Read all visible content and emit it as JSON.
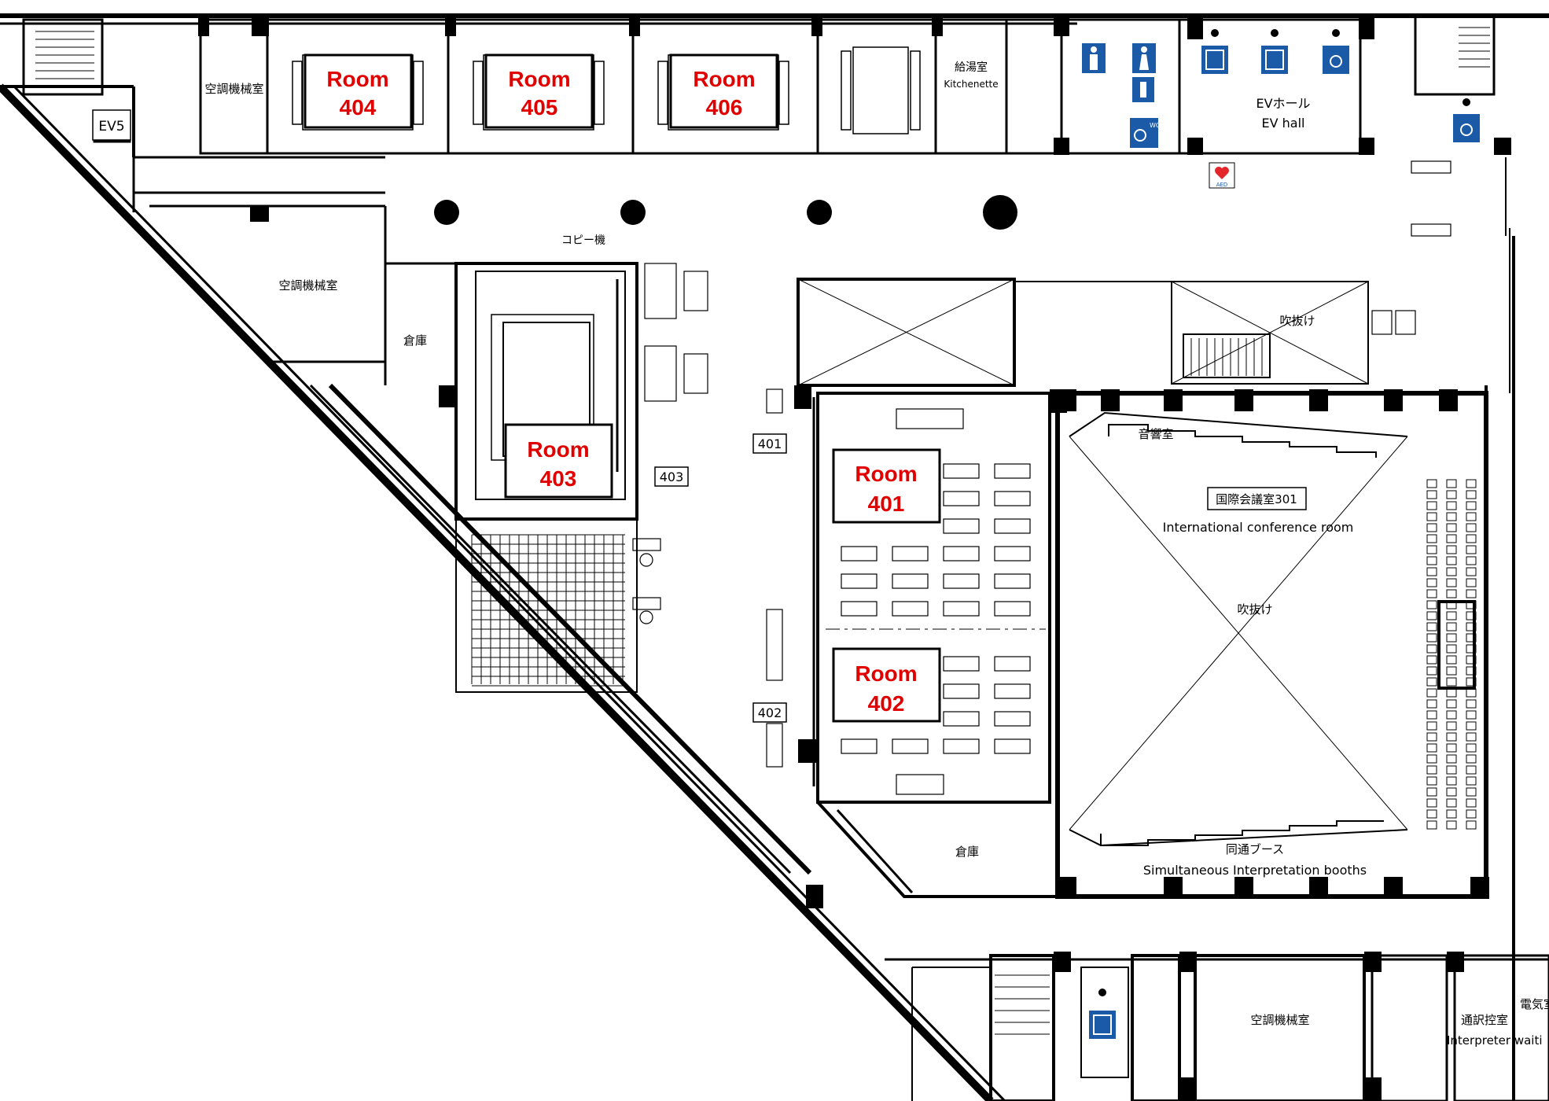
{
  "rooms": {
    "r404": {
      "line1": "Room",
      "line2": "404"
    },
    "r405": {
      "line1": "Room",
      "line2": "405"
    },
    "r406": {
      "line1": "Room",
      "line2": "406"
    },
    "r403": {
      "line1": "Room",
      "line2": "403"
    },
    "r401": {
      "line1": "Room",
      "line2": "401"
    },
    "r402": {
      "line1": "Room",
      "line2": "402"
    }
  },
  "door_tags": {
    "t401": "401",
    "t402": "402",
    "t403": "403"
  },
  "labels": {
    "ev5": "EV5",
    "ac_top": "空調機械室",
    "ac_left": "空調機械室",
    "ac_bottom": "空調機械室",
    "kitchen_jp": "給湯室",
    "kitchen_en": "Kitchenette",
    "ev_hall_jp": "EVホール",
    "ev_hall_en": "EV hall",
    "copy": "コピー機",
    "storage_left": "倉庫",
    "storage_bottom": "倉庫",
    "void_top": "吹抜け",
    "void_main": "吹抜け",
    "sound_room": "音響室",
    "intl_sign": "国際会議室301",
    "intl_en": "International conference room",
    "booth_jp": "同通ブース",
    "booth_en": "Simultaneous Interpretation booths",
    "interp_ctrl": "通訳控室",
    "interp_wait": "Interpreter waiti",
    "elec": "電気室",
    "aed": "AED",
    "wc": "WC"
  },
  "colors": {
    "room_label": "#e00000",
    "sign_blue": "#1b5aa6",
    "aed_red": "#e2262a"
  }
}
